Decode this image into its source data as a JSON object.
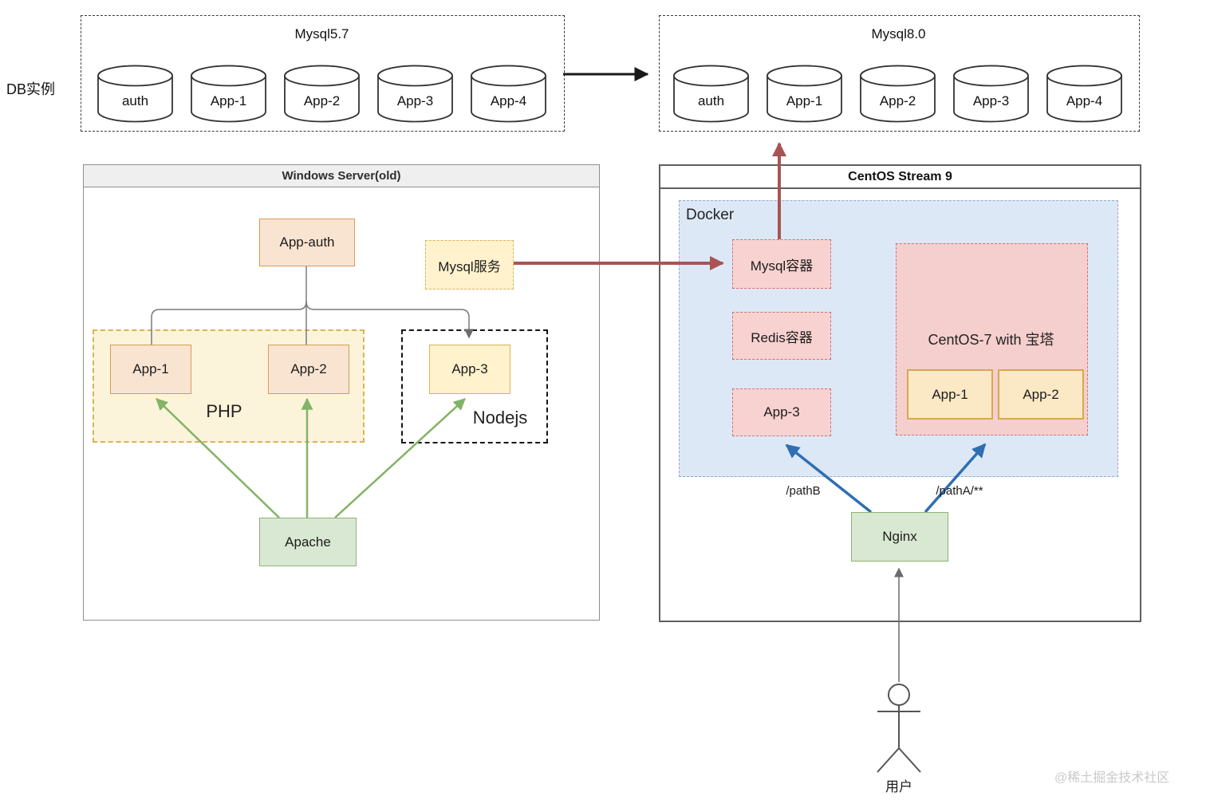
{
  "diagram": {
    "db_instances_label": "DB实例",
    "watermark": "@稀土掘金技术社区",
    "old_db": {
      "title": "Mysql5.7",
      "databases": [
        "auth",
        "App-1",
        "App-2",
        "App-3",
        "App-4"
      ]
    },
    "new_db": {
      "title": "Mysql8.0",
      "databases": [
        "auth",
        "App-1",
        "App-2",
        "App-3",
        "App-4"
      ]
    },
    "windows_server": {
      "title": "Windows Server(old)",
      "app_auth": "App-auth",
      "mysql_service": "Mysql服务",
      "php_zone_label": "PHP",
      "php_apps": [
        "App-1",
        "App-2"
      ],
      "nodejs_zone_label": "Nodejs",
      "nodejs_apps": [
        "App-3"
      ],
      "apache": "Apache"
    },
    "centos": {
      "title": "CentOS Stream 9",
      "docker_label": "Docker",
      "mysql_container": "Mysql容器",
      "redis_container": "Redis容器",
      "app3_container": "App-3",
      "baota_label": "CentOS-7 with 宝塔",
      "baota_apps": [
        "App-1",
        "App-2"
      ],
      "nginx": "Nginx",
      "route_b": "/pathB",
      "route_a": "/pathA/**",
      "user_label": "用户"
    },
    "colors": {
      "migration_arrow_red": "#a85454",
      "route_arrow_blue": "#2e6fb2",
      "serve_arrow_green": "#82b366",
      "php_zone_fill": "#fcf4da",
      "docker_zone_fill": "#dde8f7",
      "container_pink_fill": "#f8d2d0",
      "node_green_fill": "#d9e8d2",
      "node_peach_fill": "#f9e4d1",
      "node_yellow_fill": "#fff2cc",
      "node_tan_fill": "#fbe9c6"
    }
  }
}
